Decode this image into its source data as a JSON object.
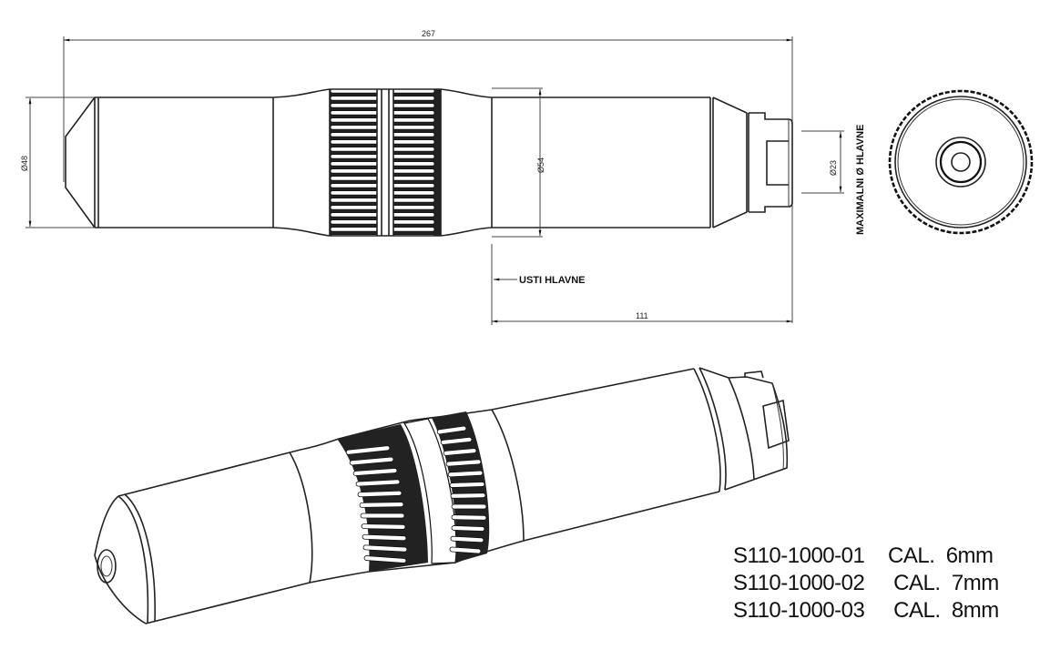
{
  "drawing": {
    "title": "Suppressor technical drawing",
    "side_view": {
      "overall_length_label": "267",
      "body_diameter_label": "Ø48",
      "knurl_diameter_label": "Ø54",
      "thread_diameter_label": "Ø23",
      "max_bore_label": "MAXIMALNI  Ø  HLAVNE",
      "muzzle_label": "USTI HLAVNE",
      "muzzle_offset_label": "111"
    },
    "end_view": {
      "name": "front-end-view"
    },
    "iso_view": {
      "name": "isometric-view"
    }
  },
  "parts_table": [
    {
      "part_number": "S110-1000-01",
      "caliber": "CAL.  6mm"
    },
    {
      "part_number": "S110-1000-02",
      "caliber": " CAL.  7mm"
    },
    {
      "part_number": "S110-1000-03",
      "caliber": " CAL.  8mm"
    }
  ]
}
